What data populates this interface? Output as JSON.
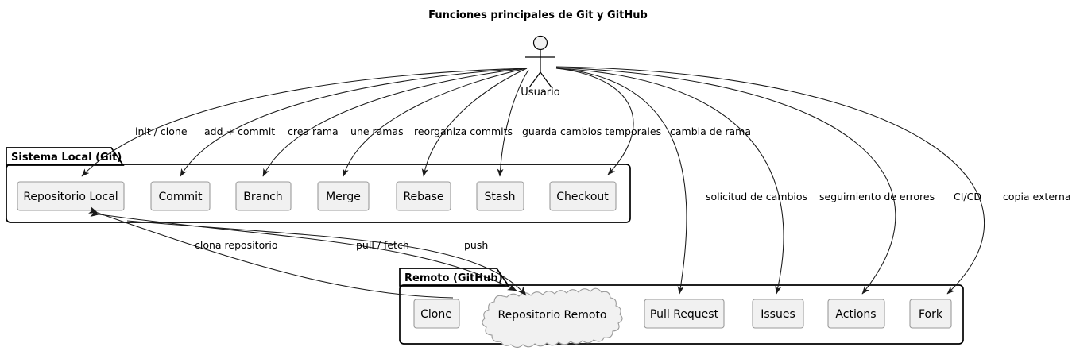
{
  "title": "Funciones principales de Git y GitHub",
  "actor": {
    "name": "Usuario",
    "icon": "stick-figure-actor-icon"
  },
  "packages": [
    {
      "id": "local",
      "title": "Sistema Local (Git)",
      "nodes": [
        {
          "label": "Repositorio Local",
          "shape": "rect"
        },
        {
          "label": "Commit",
          "shape": "rect"
        },
        {
          "label": "Branch",
          "shape": "rect"
        },
        {
          "label": "Merge",
          "shape": "rect"
        },
        {
          "label": "Rebase",
          "shape": "rect"
        },
        {
          "label": "Stash",
          "shape": "rect"
        },
        {
          "label": "Checkout",
          "shape": "rect"
        }
      ]
    },
    {
      "id": "remote",
      "title": "Remoto (GitHub)",
      "nodes": [
        {
          "label": "Clone",
          "shape": "rect"
        },
        {
          "label": "Repositorio Remoto",
          "shape": "cloud"
        },
        {
          "label": "Pull Request",
          "shape": "rect"
        },
        {
          "label": "Issues",
          "shape": "rect"
        },
        {
          "label": "Actions",
          "shape": "rect"
        },
        {
          "label": "Fork",
          "shape": "rect"
        }
      ]
    }
  ],
  "edge_labels": {
    "init_clone": "init / clone",
    "add_commit": "add + commit",
    "crea_rama": "crea rama",
    "une_ramas": "une ramas",
    "reorganiza": "reorganiza commits",
    "guarda": "guarda cambios temporales",
    "cambia": "cambia de rama",
    "solicitud": "solicitud de cambios",
    "seguimiento": "seguimiento de errores",
    "cicd": "CI/CD",
    "copia": "copia externa",
    "clona": "clona repositorio",
    "pull_fetch": "pull / fetch",
    "push": "push"
  },
  "colors": {
    "background": "#ffffff",
    "node_fill": "#f1f1f1",
    "node_stroke": "#9a9a9a",
    "package_stroke": "#000000",
    "edge_stroke": "#1a1a1a",
    "text": "#000000"
  }
}
